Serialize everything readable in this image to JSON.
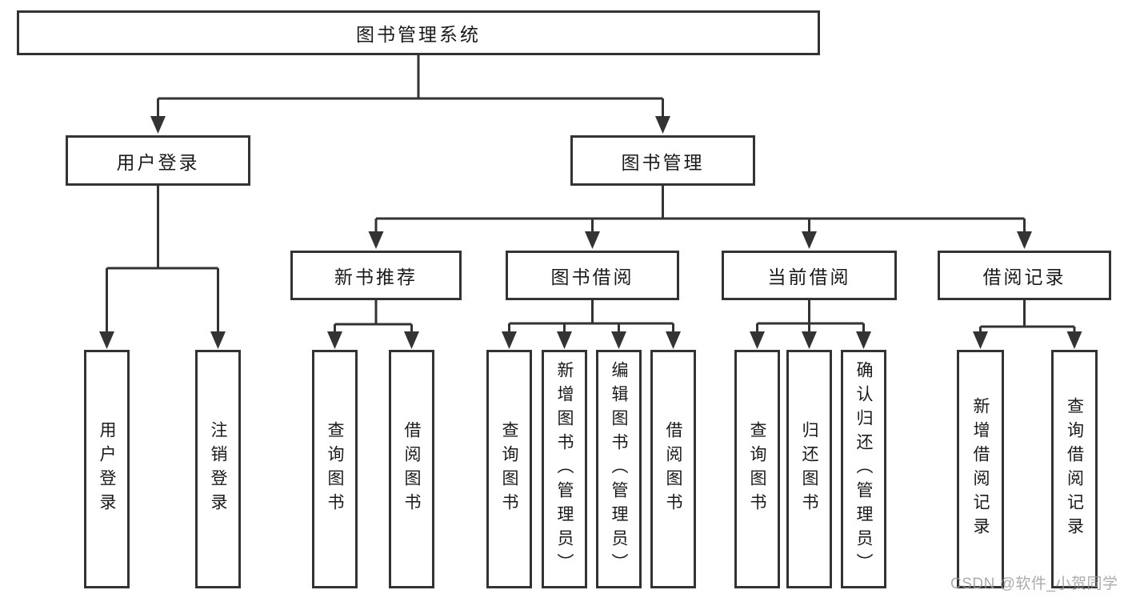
{
  "diagram": {
    "title": "图书管理系统",
    "nodes": {
      "root": {
        "label": "图书管理系统"
      },
      "user_login_branch": {
        "label": "用户登录"
      },
      "book_management": {
        "label": "图书管理"
      },
      "new_book_recommend": {
        "label": "新书推荐"
      },
      "book_borrowing": {
        "label": "图书借阅"
      },
      "current_borrowing": {
        "label": "当前借阅"
      },
      "borrowing_records": {
        "label": "借阅记录"
      },
      "user_login_leaf": {
        "label": "用户登录"
      },
      "logout_leaf": {
        "label": "注销登录"
      },
      "query_books_recommend": {
        "label": "查询图书"
      },
      "borrow_books_recommend": {
        "label": "借阅图书"
      },
      "query_books_borrowing": {
        "label": "查询图书"
      },
      "add_books_admin": {
        "label": "新增图书（管理员）"
      },
      "edit_books_admin": {
        "label": "编辑图书（管理员）"
      },
      "borrow_books_borrowing": {
        "label": "借阅图书"
      },
      "query_books_current": {
        "label": "查询图书"
      },
      "return_books": {
        "label": "归还图书"
      },
      "confirm_return_admin": {
        "label": "确认归还（管理员）"
      },
      "add_borrow_record": {
        "label": "新增借阅记录"
      },
      "query_borrow_record": {
        "label": "查询借阅记录"
      }
    }
  },
  "watermark": {
    "text": "CSDN @软件_小贺同学"
  },
  "colors": {
    "line": "#333333",
    "box_border": "#333333",
    "text": "#1a1a1a",
    "watermark": "#989898",
    "background": "#ffffff"
  }
}
